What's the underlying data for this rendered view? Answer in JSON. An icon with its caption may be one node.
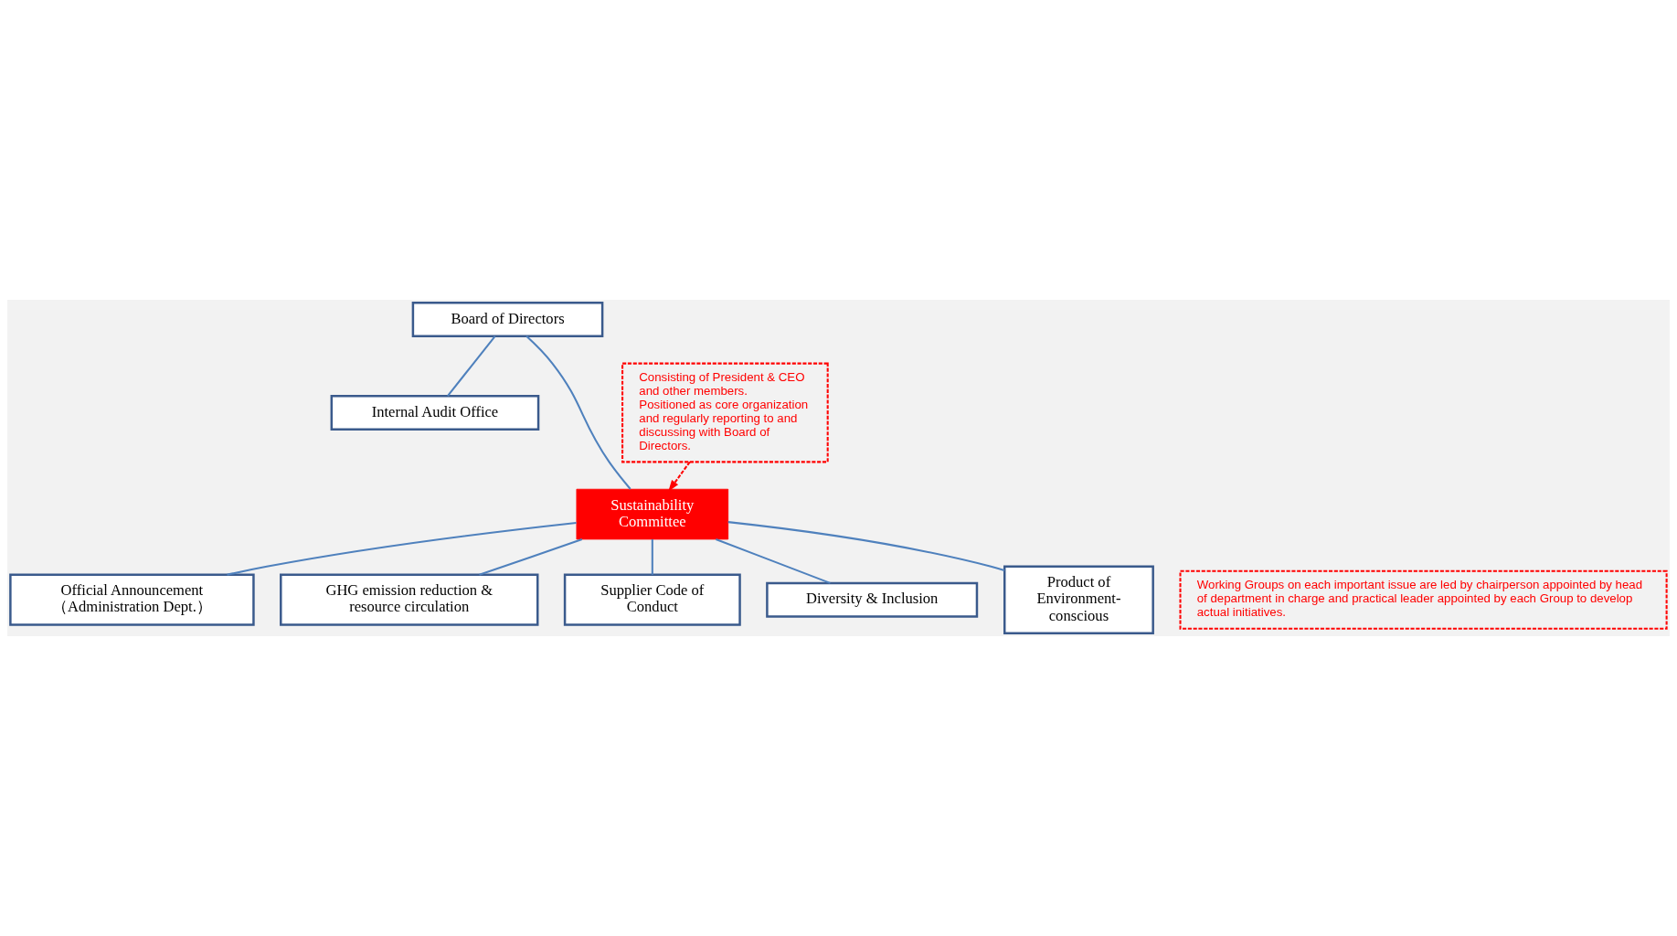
{
  "diagram": {
    "nodes": [
      {
        "text": [
          "Board of Directors"
        ]
      },
      {
        "text": [
          "Internal Audit Office"
        ]
      },
      {
        "text": [
          "Sustainability Committee"
        ]
      },
      {
        "text": [
          "Consisting of President & CEO and other members.",
          "Positioned as core organization and regularly reporting to and discussing with Board of Directors."
        ]
      },
      {
        "text": [
          "Official Announcement （Administration Dept.）"
        ]
      },
      {
        "text": [
          "GHG emission reduction & resource circulation"
        ]
      },
      {
        "text": [
          "Supplier Code of Conduct"
        ]
      },
      {
        "text": [
          "Diversity & Inclusion"
        ]
      },
      {
        "text": [
          "Product of Environment-conscious"
        ]
      },
      {
        "text": [
          "Working Groups on each important issue are led by chairperson appointed by head of department in charge and practical leader appointed by each Group to develop actual initiatives."
        ]
      }
    ],
    "edges": [
      {
        "from": 0,
        "to": 2,
        "arrow": "none"
      },
      {
        "from": 0,
        "to": 1,
        "arrow": "none"
      },
      {
        "from": 3,
        "to": 2,
        "arrow": "to",
        "style": "dashed",
        "color": "#ff0000"
      },
      {
        "from": 2,
        "to": 4,
        "arrow": "none"
      },
      {
        "from": 2,
        "to": 5,
        "arrow": "none"
      },
      {
        "from": 2,
        "to": 6,
        "arrow": "none"
      },
      {
        "from": 2,
        "to": 7,
        "arrow": "none"
      },
      {
        "from": 2,
        "to": 8,
        "arrow": "none"
      }
    ]
  }
}
